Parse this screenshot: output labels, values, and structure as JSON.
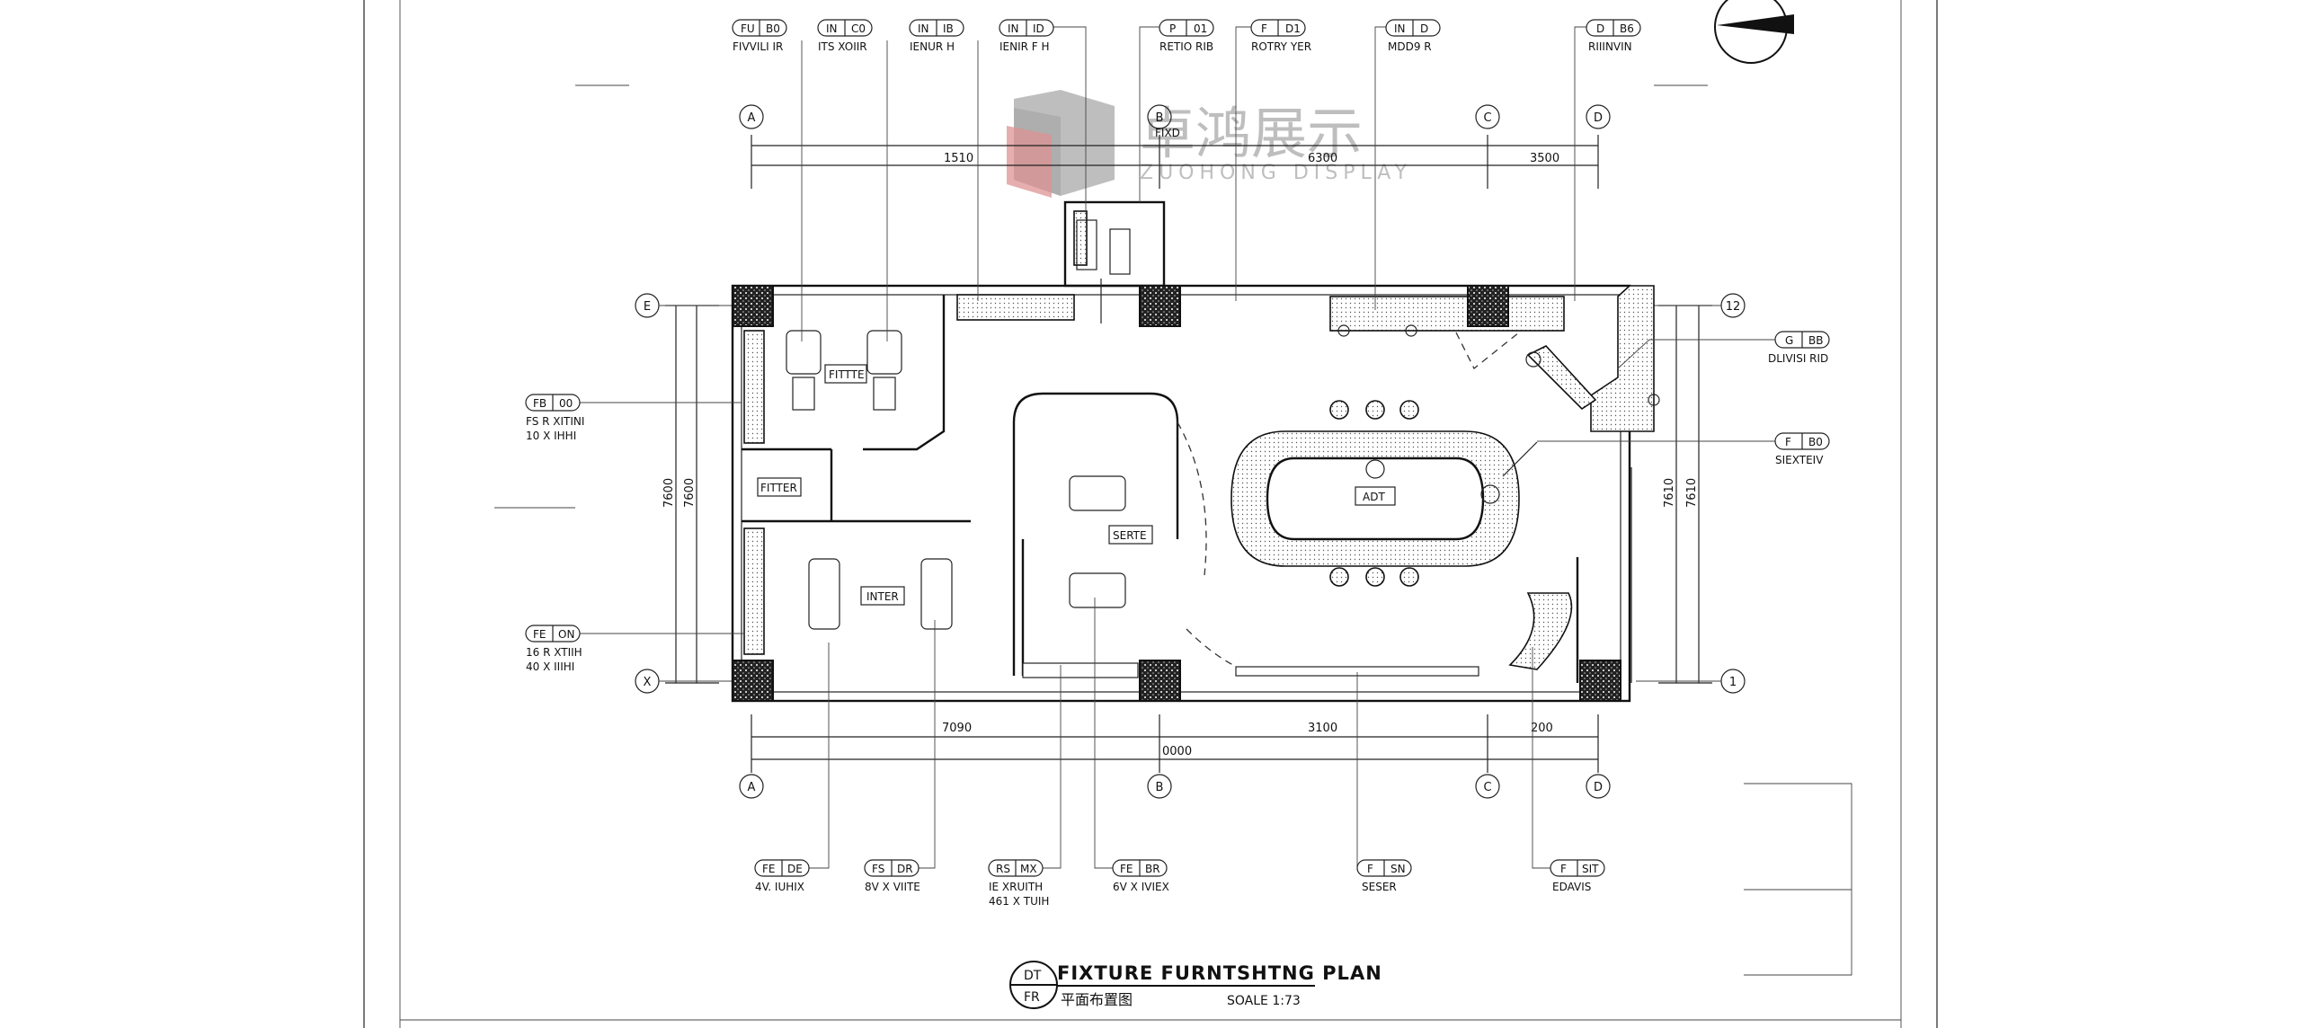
{
  "watermark": {
    "cn": "卓鸿展示",
    "en": "ZUOHONG DISPLAY"
  },
  "title_block": {
    "symbol_top": "DT",
    "symbol_bottom": "FR",
    "title": "FIXTURE FURNTSHTNG PLAN",
    "subtitle_cn": "平面布置图",
    "scale": "SOALE 1:73"
  },
  "grid_bubbles": {
    "top": [
      "A",
      "B",
      "C",
      "D"
    ],
    "bottom": [
      "A",
      "B",
      "C",
      "D"
    ],
    "left": [
      "E",
      "X"
    ],
    "right": [
      "12",
      "1"
    ]
  },
  "room_labels": [
    "FITTTE",
    "FITTER",
    "INTER",
    "SERTE",
    "ADT",
    "FIXD"
  ],
  "dimensions": {
    "top_overall": "1510",
    "top_mid": "6300",
    "top_right": "3500",
    "bottom_left": "7090",
    "bottom_mid": "3100",
    "bottom_right": "200",
    "bottom_overall": "0000",
    "left_outer": "7600",
    "left_inner": "7600",
    "right_outer": "7610",
    "right_inner": "7610"
  },
  "callouts_top": [
    {
      "code": "FU",
      "num": "B0",
      "line1": "FIVVILI IR",
      "line2": ""
    },
    {
      "code": "IN",
      "num": "C0",
      "line1": "ITS XOIIR",
      "line2": ""
    },
    {
      "code": "IN",
      "num": "IB",
      "line1": "IENUR H",
      "line2": ""
    },
    {
      "code": "IN",
      "num": "ID",
      "line1": "IENIR F H",
      "line2": ""
    },
    {
      "code": "P",
      "num": "01",
      "line1": "RETIO RIB",
      "line2": ""
    },
    {
      "code": "F",
      "num": "D1",
      "line1": "ROTRY YER",
      "line2": ""
    },
    {
      "code": "IN",
      "num": "D",
      "line1": "MDD9 R",
      "line2": ""
    },
    {
      "code": "D",
      "num": "B6",
      "line1": "RIIINVIN",
      "line2": ""
    }
  ],
  "callouts_left": [
    {
      "code": "FB",
      "num": "00",
      "line1": "FS R XITINI",
      "line2": "10 X IHHI"
    },
    {
      "code": "FE",
      "num": "ON",
      "line1": "16 R XTIIH",
      "line2": "40 X IIIHI"
    }
  ],
  "callouts_right": [
    {
      "code": "G",
      "num": "BB",
      "line1": "DLIVISI RID",
      "line2": ""
    },
    {
      "code": "F",
      "num": "B0",
      "line1": "SIEXTEIV",
      "line2": ""
    }
  ],
  "callouts_bottom": [
    {
      "code": "FE",
      "num": "DE",
      "line1": "4V. IUHIX",
      "line2": ""
    },
    {
      "code": "FS",
      "num": "DR",
      "line1": "8V X VIITE",
      "line2": ""
    },
    {
      "code": "RS",
      "num": "MX",
      "line1": "IE XRUITH",
      "line2": "461 X TUIH"
    },
    {
      "code": "FE",
      "num": "BR",
      "line1": "6V X IVIEX",
      "line2": ""
    },
    {
      "code": "F",
      "num": "SN",
      "line1": "SESER",
      "line2": ""
    },
    {
      "code": "F",
      "num": "SIT",
      "line1": "EDAVIS",
      "line2": ""
    }
  ],
  "colors": {
    "ink": "#111111",
    "paper": "#ffffff",
    "logo_grey": "#8a8a8a",
    "logo_red": "#c23b3b"
  }
}
